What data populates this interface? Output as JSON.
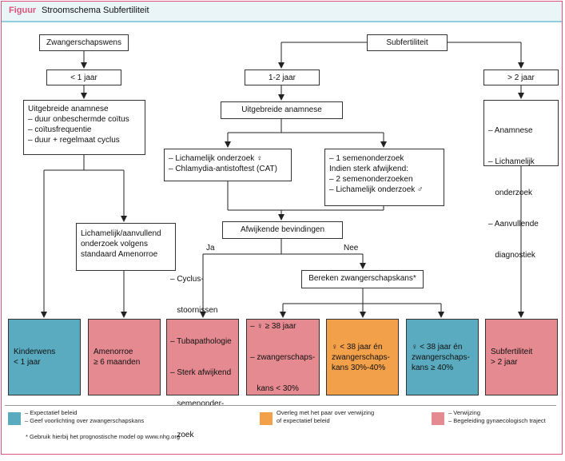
{
  "header": {
    "figure_label": "Figuur",
    "title": "Stroomschema Subfertiliteit"
  },
  "nodes": {
    "zwangerschapswens": "Zwangerschapswens",
    "subfertiliteit": "Subfertiliteit",
    "lt1": "< 1 jaar",
    "y12": "1-2 jaar",
    "gt2": "> 2 jaar",
    "anam_uitgebreid_left": [
      "Uitgebreide anamnese",
      "– duur onbeschermde coïtus",
      "– coïtusfrequentie",
      "– duur + regelmaat cyclus"
    ],
    "anam_uitgebreid_mid": "Uitgebreide anamnese",
    "anam_right": [
      "– Anamnese",
      "– Lichamelijk",
      "   onderzoek",
      "– Aanvullende",
      "   diagnostiek"
    ],
    "lich_onderzoek": [
      "– Lichamelijk onderzoek ♀",
      "– Chlamydia-antistoftest (CAT)"
    ],
    "semen": [
      "– 1 semenonderzoek",
      "Indien sterk afwijkend:",
      "– 2 semenonderzoeken",
      "– Lichamelijk onderzoek ♂"
    ],
    "afwijkend": "Afwijkende bevindingen",
    "amenorroe_std": [
      "Lichamelijk/aanvullend",
      "onderzoek volgens",
      "standaard Amenorroe"
    ],
    "bereken": "Bereken zwangerschapskans*",
    "ja": "Ja",
    "nee": "Nee"
  },
  "outcomes": [
    {
      "lines": [
        "Kinderwens",
        "< 1 jaar"
      ],
      "color": "#5aabbf"
    },
    {
      "lines": [
        "Amenorroe",
        "≥ 6 maanden"
      ],
      "color": "#e58a90"
    },
    {
      "lines": [
        "– Cyclus-",
        "   stoornissen",
        "– Tubapathologie",
        "– Sterk afwijkend",
        "   semenonder-",
        "   zoek"
      ],
      "color": "#e58a90"
    },
    {
      "lines": [
        "– ♀ ≥ 38 jaar",
        "– zwangerschaps-",
        "   kans < 30%"
      ],
      "color": "#e58a90"
    },
    {
      "lines": [
        "♀ < 38 jaar én",
        "zwangerschaps-",
        "kans 30%-40%"
      ],
      "color": "#f3a04a"
    },
    {
      "lines": [
        "♀ < 38 jaar én",
        "zwangerschaps-",
        "kans ≥ 40%"
      ],
      "color": "#5aabbf"
    },
    {
      "lines": [
        "Subfertiliteit",
        "> 2 jaar"
      ],
      "color": "#e58a90"
    }
  ],
  "legend": [
    {
      "color": "#5aabbf",
      "lines": [
        "– Expectatief beleid",
        "– Geef voorlichting over zwangerschapskans"
      ]
    },
    {
      "color": "#f3a04a",
      "lines": [
        "Overleg met het paar over verwijzing",
        "of expectatief beleid"
      ]
    },
    {
      "color": "#e58a90",
      "lines": [
        "– Verwijzing",
        "– Begeleiding gynaecologisch traject"
      ]
    }
  ],
  "footnote": "* Gebruik hierbij het prognostische model op www.nhg.org"
}
